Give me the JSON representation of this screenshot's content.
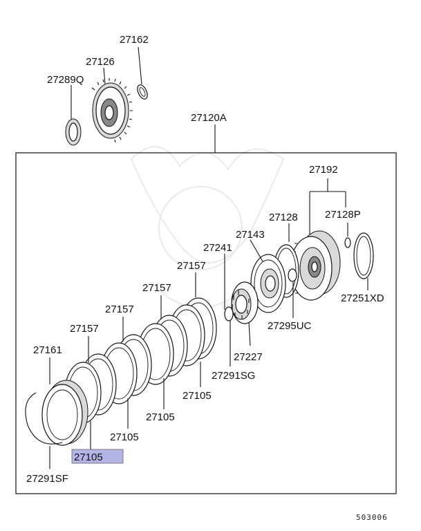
{
  "labels": {
    "p27162": "27162",
    "p27126": "27126",
    "p27289Q": "27289Q",
    "p27120A": "27120A",
    "p27192": "27192",
    "p27128": "27128",
    "p27128P": "27128P",
    "p27143": "27143",
    "p27241": "27241",
    "p27157a": "27157",
    "p27157b": "27157",
    "p27157c": "27157",
    "p27157d": "27157",
    "p27161": "27161",
    "p27251XD": "27251XD",
    "p27295UC": "27295UC",
    "p27227": "27227",
    "p27291SG": "27291SG",
    "p27105a": "27105",
    "p27105b": "27105",
    "p27105c": "27105",
    "p27105d": "27105",
    "p27291SF": "27291SF"
  },
  "highlight_color": "#b4b4e6",
  "diagram_code": "503006"
}
